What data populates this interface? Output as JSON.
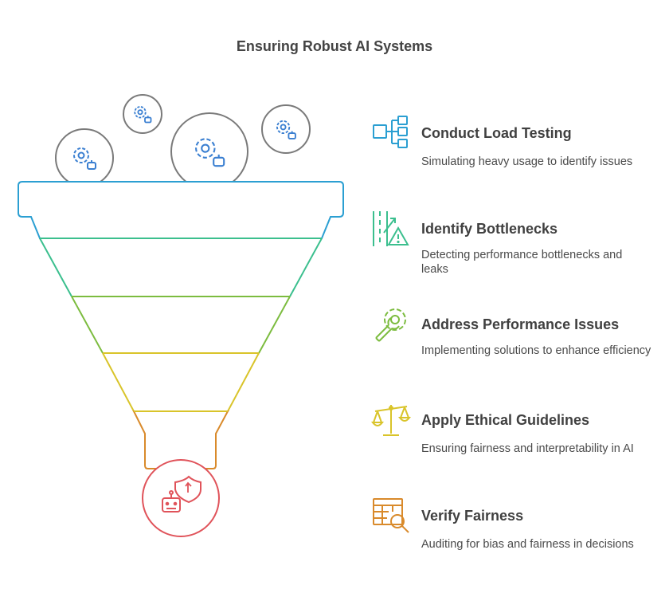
{
  "title": "Ensuring Robust AI Systems",
  "colors": {
    "blue": "#2b9fd2",
    "teal": "#3bbf8e",
    "green": "#7cbc3f",
    "yellow": "#d9c42a",
    "orange": "#d98a2b",
    "red": "#e0535a",
    "bubble_stroke": "#7a7a7a",
    "gear_blue": "#3a7fd1"
  },
  "bubble_icons": [
    "gear-robot-icon",
    "gear-robot-icon",
    "gear-robot-icon",
    "gear-robot-icon"
  ],
  "bottom_icon": "robot-shield-icon",
  "steps": [
    {
      "title": "Conduct Load Testing",
      "description": "Simulating heavy usage to identify issues",
      "icon": "network-diagram-icon",
      "color": "#2b9fd2"
    },
    {
      "title": "Identify Bottlenecks",
      "description": "Detecting performance bottlenecks and leaks",
      "icon": "road-warning-icon",
      "color": "#3bbf8e"
    },
    {
      "title": "Address Performance Issues",
      "description": "Implementing solutions to enhance efficiency",
      "icon": "gear-wrench-icon",
      "color": "#7cbc3f"
    },
    {
      "title": "Apply Ethical Guidelines",
      "description": "Ensuring fairness and interpretability in AI",
      "icon": "balance-scale-icon",
      "color": "#d9c42a"
    },
    {
      "title": "Verify Fairness",
      "description": "Auditing for bias and fairness in decisions",
      "icon": "table-search-icon",
      "color": "#d98a2b"
    }
  ]
}
